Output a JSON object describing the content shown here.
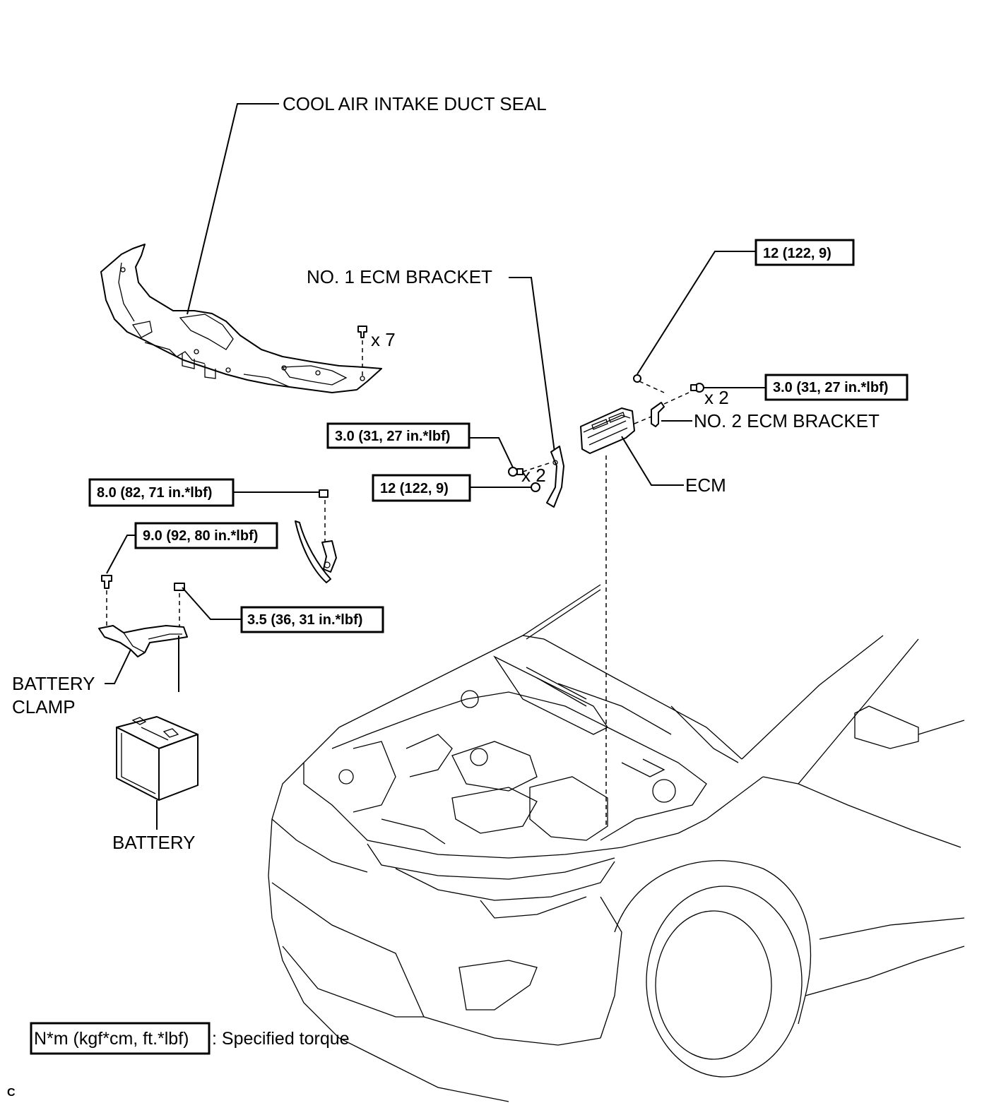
{
  "labels": {
    "cool_air_intake_duct_seal": "COOL AIR INTAKE DUCT SEAL",
    "no1_ecm_bracket": "NO. 1 ECM BRACKET",
    "no2_ecm_bracket": "NO. 2 ECM BRACKET",
    "ecm": "ECM",
    "battery_clamp_line1": "BATTERY",
    "battery_clamp_line2": "CLAMP",
    "battery": "BATTERY"
  },
  "quantities": {
    "clips": "x 7",
    "no2_bracket_bolts": "x 2",
    "no1_bracket_bolts": "x 2"
  },
  "torques": {
    "nut_no2_bracket": "12 (122, 9)",
    "bolt_no2_bracket": "3.0 (31, 27 in.*lbf)",
    "bolt_no1_bracket": "3.0 (31, 27 in.*lbf)",
    "nut_no1_bracket": "12 (122, 9)",
    "battery_terminal_nut": "8.0 (82, 71 in.*lbf)",
    "clamp_bolt": "9.0 (92, 80 in.*lbf)",
    "clamp_nut": "3.5 (36, 31 in.*lbf)"
  },
  "legend": {
    "unit_box": "N*m (kgf*cm, ft.*lbf)",
    "text": ": Specified torque"
  },
  "figure_code": "C"
}
